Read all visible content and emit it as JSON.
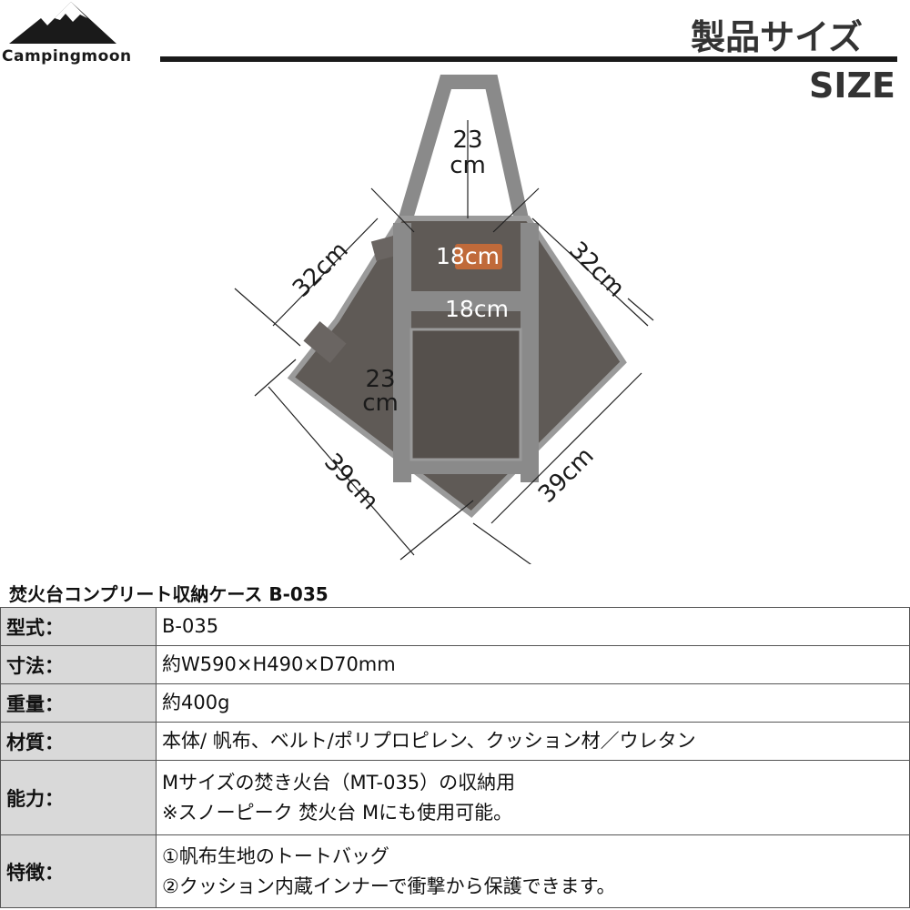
{
  "brand": {
    "name": "Campingmoon"
  },
  "header": {
    "title_jp": "製品サイズ",
    "title_en": "SIZE"
  },
  "dimensions": {
    "handle_height": [
      "23",
      "cm"
    ],
    "top_width": "18cm",
    "pocket_width": "18cm",
    "pocket_height": [
      "23",
      "cm"
    ],
    "upper_left": "32cm",
    "upper_right": "32cm",
    "lower_left": "39cm",
    "lower_right": "39cm"
  },
  "product_title": "焚火台コンプリート収納ケース B-035",
  "specs": [
    {
      "label": "型式：",
      "lines": [
        "B-035"
      ]
    },
    {
      "label": "寸法：",
      "lines": [
        "約W590×H490×D70mm"
      ]
    },
    {
      "label": "重量：",
      "lines": [
        "約400g"
      ]
    },
    {
      "label": "材質：",
      "lines": [
        "本体/ 帆布、ベルト/ポリプロピレン、クッション材／ウレタン"
      ]
    },
    {
      "label": "能力：",
      "lines": [
        "Mサイズの焚き火台（MT-035）の収納用",
        "※スノーピーク 焚火台 Mにも使用可能。"
      ]
    },
    {
      "label": "特徴：",
      "lines": [
        "①帆布生地のトートバッグ",
        "②クッション内蔵インナーで衝撃から保護できます。"
      ]
    }
  ],
  "colors": {
    "canvas": "#5f5a56",
    "strap": "#8a8a8a",
    "patch": "#c06a3a"
  }
}
